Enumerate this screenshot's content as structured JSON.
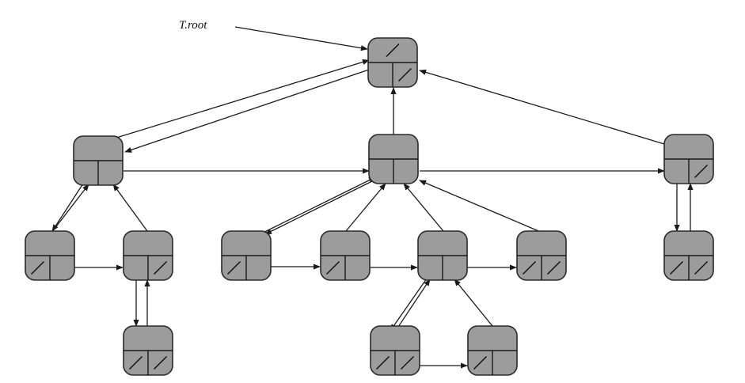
{
  "root_label": "T.root",
  "colors": {
    "node_fill": "#9c9c9c",
    "line": "#1a1a1a",
    "background": "#ffffff"
  },
  "nodes": [
    {
      "id": "root",
      "p_nil": true,
      "lc_nil": false,
      "rs_nil": true
    },
    {
      "id": "a",
      "p_nil": false,
      "lc_nil": false,
      "rs_nil": false
    },
    {
      "id": "b",
      "p_nil": false,
      "lc_nil": false,
      "rs_nil": false
    },
    {
      "id": "c",
      "p_nil": false,
      "lc_nil": false,
      "rs_nil": true
    },
    {
      "id": "d",
      "p_nil": false,
      "lc_nil": true,
      "rs_nil": false
    },
    {
      "id": "e",
      "p_nil": false,
      "lc_nil": false,
      "rs_nil": true
    },
    {
      "id": "f",
      "p_nil": false,
      "lc_nil": true,
      "rs_nil": false
    },
    {
      "id": "g",
      "p_nil": false,
      "lc_nil": true,
      "rs_nil": false
    },
    {
      "id": "h",
      "p_nil": false,
      "lc_nil": false,
      "rs_nil": false
    },
    {
      "id": "i",
      "p_nil": false,
      "lc_nil": true,
      "rs_nil": true
    },
    {
      "id": "j",
      "p_nil": false,
      "lc_nil": true,
      "rs_nil": true
    },
    {
      "id": "k",
      "p_nil": false,
      "lc_nil": true,
      "rs_nil": true
    },
    {
      "id": "l",
      "p_nil": false,
      "lc_nil": true,
      "rs_nil": false
    },
    {
      "id": "m",
      "p_nil": false,
      "lc_nil": true,
      "rs_nil": true
    }
  ],
  "links": [
    {
      "from": "a",
      "to": "root",
      "kind": "parent"
    },
    {
      "from": "root",
      "to": "a",
      "kind": "left-child"
    },
    {
      "from": "a",
      "to": "b",
      "kind": "right-sibling"
    },
    {
      "from": "b",
      "to": "root",
      "kind": "parent"
    },
    {
      "from": "b",
      "to": "c",
      "kind": "right-sibling"
    },
    {
      "from": "c",
      "to": "root",
      "kind": "parent"
    },
    {
      "from": "a",
      "to": "d",
      "kind": "left-child"
    },
    {
      "from": "d",
      "to": "a",
      "kind": "parent"
    },
    {
      "from": "d",
      "to": "e",
      "kind": "right-sibling"
    },
    {
      "from": "e",
      "to": "a",
      "kind": "parent"
    },
    {
      "from": "e",
      "to": "i",
      "kind": "left-child"
    },
    {
      "from": "i",
      "to": "e",
      "kind": "parent"
    },
    {
      "from": "b",
      "to": "f",
      "kind": "left-child"
    },
    {
      "from": "f",
      "to": "b",
      "kind": "parent"
    },
    {
      "from": "f",
      "to": "g",
      "kind": "right-sibling"
    },
    {
      "from": "g",
      "to": "b",
      "kind": "parent"
    },
    {
      "from": "g",
      "to": "h",
      "kind": "right-sibling"
    },
    {
      "from": "h",
      "to": "b",
      "kind": "parent"
    },
    {
      "from": "h",
      "to": "j",
      "kind": "right-sibling"
    },
    {
      "from": "j",
      "to": "b",
      "kind": "parent"
    },
    {
      "from": "h",
      "to": "k",
      "kind": "left-child"
    },
    {
      "from": "k",
      "to": "h",
      "kind": "parent"
    },
    {
      "from": "k",
      "to": "l",
      "kind": "right-sibling"
    },
    {
      "from": "l",
      "to": "h",
      "kind": "parent"
    },
    {
      "from": "c",
      "to": "m",
      "kind": "left-child"
    },
    {
      "from": "m",
      "to": "c",
      "kind": "parent"
    }
  ]
}
